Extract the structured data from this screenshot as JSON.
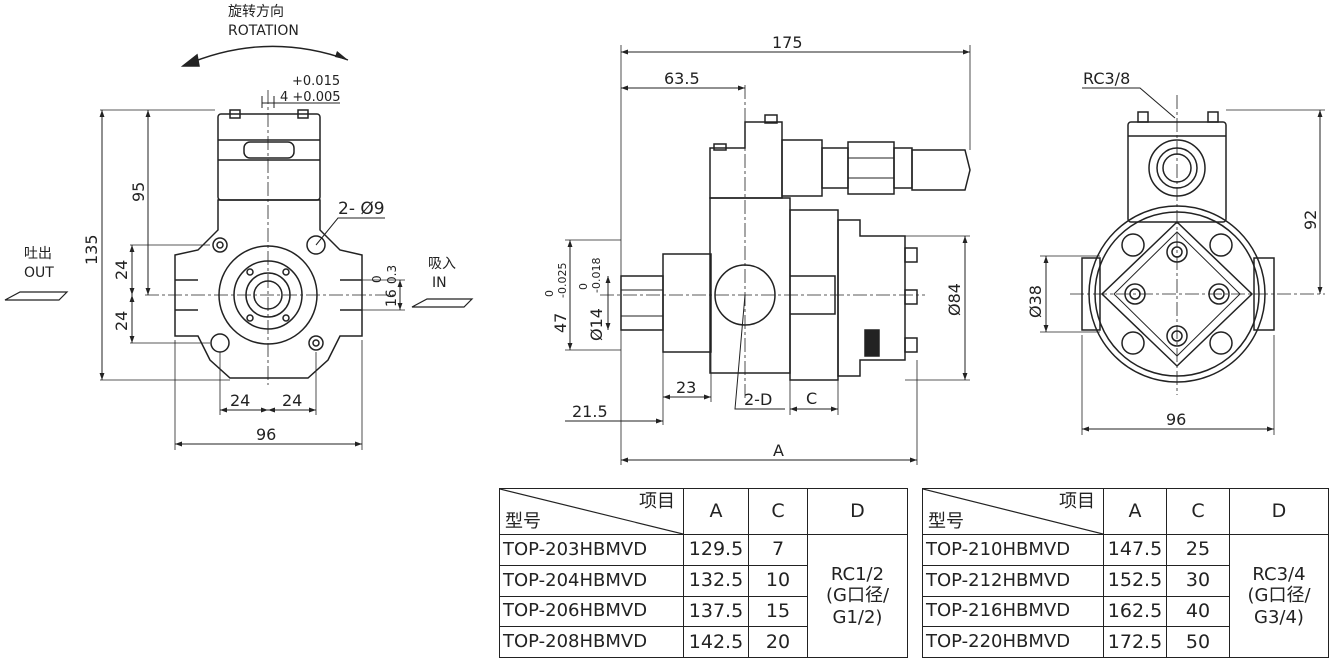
{
  "labels": {
    "rotation_cn": "旋转方向",
    "rotation_en": "ROTATION",
    "tol_upper": "+0.015",
    "tol_key": "4 +0.005",
    "dim_95": "95",
    "dim_135": "135",
    "hole_note": "2- Ø9",
    "out_cn": "吐出",
    "out_en": "OUT",
    "in_cn": "吸入",
    "in_en": "IN",
    "dim_24_up": "24",
    "dim_24_low": "24",
    "dim_0": "0",
    "dim_0_3": "0.3",
    "dim_16": "16",
    "dim_24_left": "24",
    "dim_24_right": "24",
    "dim_96_front": "96",
    "dim_175": "175",
    "dim_63_5": "63.5",
    "tol_shaft_1a": "0",
    "tol_shaft_1b": "-0.025",
    "tol_shaft_2a": "0",
    "tol_shaft_2b": "-0.018",
    "dim_47": "47",
    "dim_phi14": "Ø14",
    "dim_phi84": "Ø84",
    "dim_23": "23",
    "dim_2d": "2-D",
    "dim_c": "C",
    "dim_21_5": "21.5",
    "dim_a": "A",
    "port_rc38": "RC3/8",
    "dim_92": "92",
    "dim_phi38": "Ø38",
    "dim_96_rear": "96"
  },
  "table_left": {
    "header_item": "项目",
    "header_model": "型号",
    "col_a": "A",
    "col_c": "C",
    "col_d": "D",
    "rows": [
      {
        "model": "TOP-203HBMVD",
        "a": "129.5",
        "c": "7"
      },
      {
        "model": "TOP-204HBMVD",
        "a": "132.5",
        "c": "10"
      },
      {
        "model": "TOP-206HBMVD",
        "a": "137.5",
        "c": "15"
      },
      {
        "model": "TOP-208HBMVD",
        "a": "142.5",
        "c": "20"
      }
    ],
    "d_line1": "RC1/2",
    "d_line2": "(G口径/",
    "d_line3": "G1/2)"
  },
  "table_right": {
    "header_item": "项目",
    "header_model": "型号",
    "col_a": "A",
    "col_c": "C",
    "col_d": "D",
    "rows": [
      {
        "model": "TOP-210HBMVD",
        "a": "147.5",
        "c": "25"
      },
      {
        "model": "TOP-212HBMVD",
        "a": "152.5",
        "c": "30"
      },
      {
        "model": "TOP-216HBMVD",
        "a": "162.5",
        "c": "40"
      },
      {
        "model": "TOP-220HBMVD",
        "a": "172.5",
        "c": "50"
      }
    ],
    "d_line1": "RC3/4",
    "d_line2": "(G口径/",
    "d_line3": "G3/4)"
  }
}
